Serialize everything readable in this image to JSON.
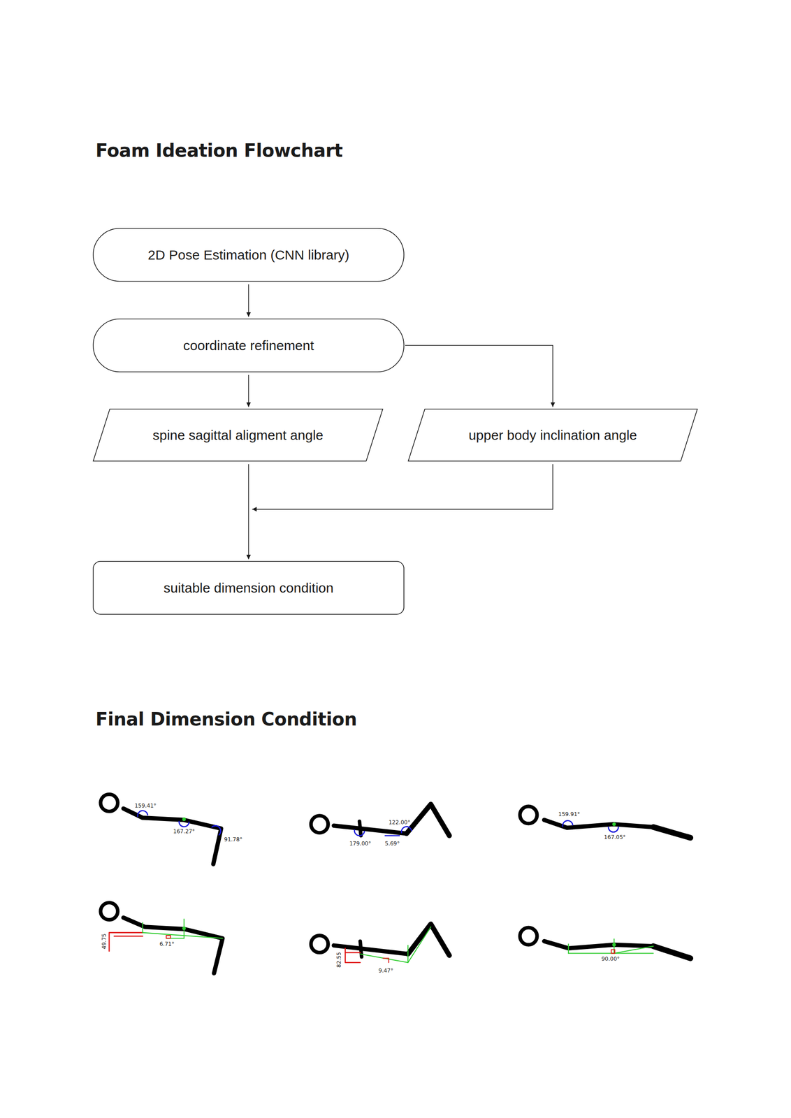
{
  "diagram": {
    "title": "Foam Ideation Flowchart",
    "nodes": [
      {
        "text": [
          "2D Pose Estimation (CNN library)"
        ]
      },
      {
        "text": [
          "coordinate refinement"
        ]
      },
      {
        "text": [
          "spine sagittal aligment angle"
        ]
      },
      {
        "text": [
          "upper body inclination angle"
        ]
      },
      {
        "text": [
          "suitable dimension condition"
        ]
      }
    ],
    "edges": [
      {
        "from": 0,
        "to": 1,
        "arrow": "to"
      },
      {
        "from": 1,
        "to": 2,
        "arrow": "to"
      },
      {
        "from": 1,
        "to": 3,
        "arrow": "to"
      },
      {
        "from": 2,
        "to": 4,
        "arrow": "to"
      },
      {
        "from": 3,
        "to": 4,
        "arrow": "to"
      }
    ],
    "labels": [
      "Final Dimension Condition",
      "159.41°",
      "167.27°",
      "91.78°",
      "122.00°",
      "179.00°",
      "5.69°",
      "159.91°",
      "167.05°",
      "49.75",
      "6.71°",
      "82.55",
      "9.47°",
      "90.00°"
    ]
  }
}
